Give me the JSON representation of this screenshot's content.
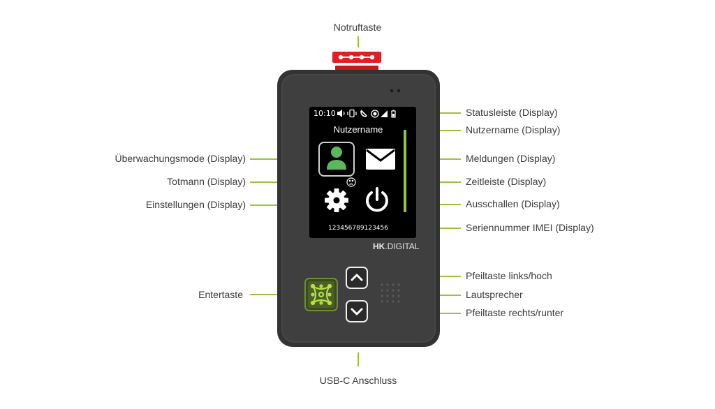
{
  "top_label": "Notruftaste",
  "bottom_label": "USB-C Anschluss",
  "left_labels": [
    "Überwachungsmode (Display)",
    "Totmann (Display)",
    "Einstellungen (Display)",
    "Entertaste"
  ],
  "right_labels": [
    "Statusleiste (Display)",
    "Nutzername (Display)",
    "Meldungen (Display)",
    "Zeitleiste (Display)",
    "Ausschallen (Display)",
    "Seriennummer IMEI (Display)",
    "Pfeiltaste links/hoch",
    "Lautsprecher",
    "Pfeiltaste rechts/runter"
  ],
  "screen": {
    "time": "10:10",
    "username": "Nutzername",
    "serial": "123456789123456"
  },
  "brand": {
    "bold": "HK",
    "rest": ".DIGITAL"
  },
  "colors": {
    "accent": "#9cc23a",
    "device": "#3a3a3a",
    "emergency": "#e02020",
    "user_icon": "#5cb85c"
  },
  "icons": [
    "speaker-icon",
    "vibrate-icon",
    "no-call-icon",
    "record-icon",
    "signal-icon",
    "battery-icon",
    "user-icon",
    "mail-icon",
    "dead-man-face-icon",
    "gear-icon",
    "power-icon",
    "chevron-up-icon",
    "chevron-down-icon",
    "enter-pattern-icon",
    "speaker-grille-icon"
  ]
}
